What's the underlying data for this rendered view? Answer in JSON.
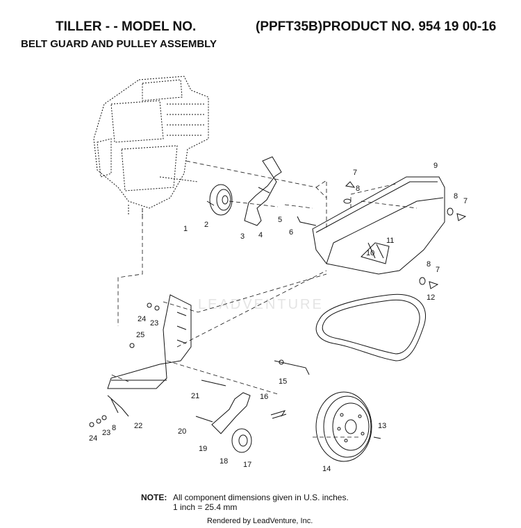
{
  "header": {
    "title_left": "TILLER - - MODEL NO.",
    "title_right": "(PPFT35B)PRODUCT NO. 954 19 00-16",
    "subtitle": "BELT GUARD AND PULLEY ASSEMBLY"
  },
  "diagram": {
    "watermark": "LEADVENTURE",
    "callouts": [
      "1",
      "2",
      "3",
      "4",
      "5",
      "6",
      "7",
      "8",
      "9",
      "10",
      "11",
      "7",
      "8",
      "8",
      "7",
      "12",
      "24",
      "23",
      "25",
      "15",
      "21",
      "16",
      "20",
      "19",
      "18",
      "17",
      "13",
      "14",
      "22",
      "24",
      "23",
      "8"
    ]
  },
  "note": {
    "label": "NOTE:",
    "line1": "All component dimensions given in U.S. inches.",
    "line2": "1 inch = 25.4 mm"
  },
  "footer": {
    "rendered_by": "Rendered by LeadVenture, Inc."
  }
}
